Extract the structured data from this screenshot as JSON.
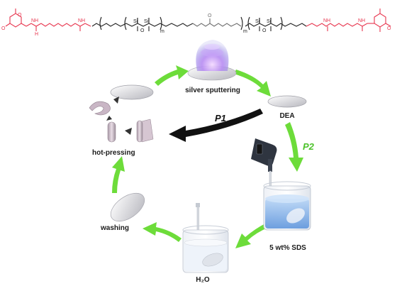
{
  "colors": {
    "end_group": "#e8364f",
    "backbone": "#222222",
    "linker": "#6e6e6e",
    "cycle_arrow": "#6ddc3a",
    "p1_arrow": "#111111",
    "p2_label": "#4cc22a"
  },
  "chemistry": {
    "oxygen": "O",
    "nitrogen_h": "NH",
    "carbonyl_h": "H",
    "silicon": "Si",
    "repeat_index": "m"
  },
  "steps": {
    "silver_sputtering": "silver sputtering",
    "dea": "DEA",
    "sds": "5 wt% SDS",
    "water": "H₂O",
    "washing": "washing",
    "hot_pressing": "hot-pressing"
  },
  "paths": {
    "p1": "P1",
    "p2": "P2"
  },
  "icons": {
    "structure": "polymer-structure-icon",
    "sputter": "sputter-plume-icon",
    "disc": "film-disc-icon",
    "device": "ultrasonic-probe-icon",
    "beaker": "beaker-icon",
    "roll": "rolled-film-icon"
  }
}
